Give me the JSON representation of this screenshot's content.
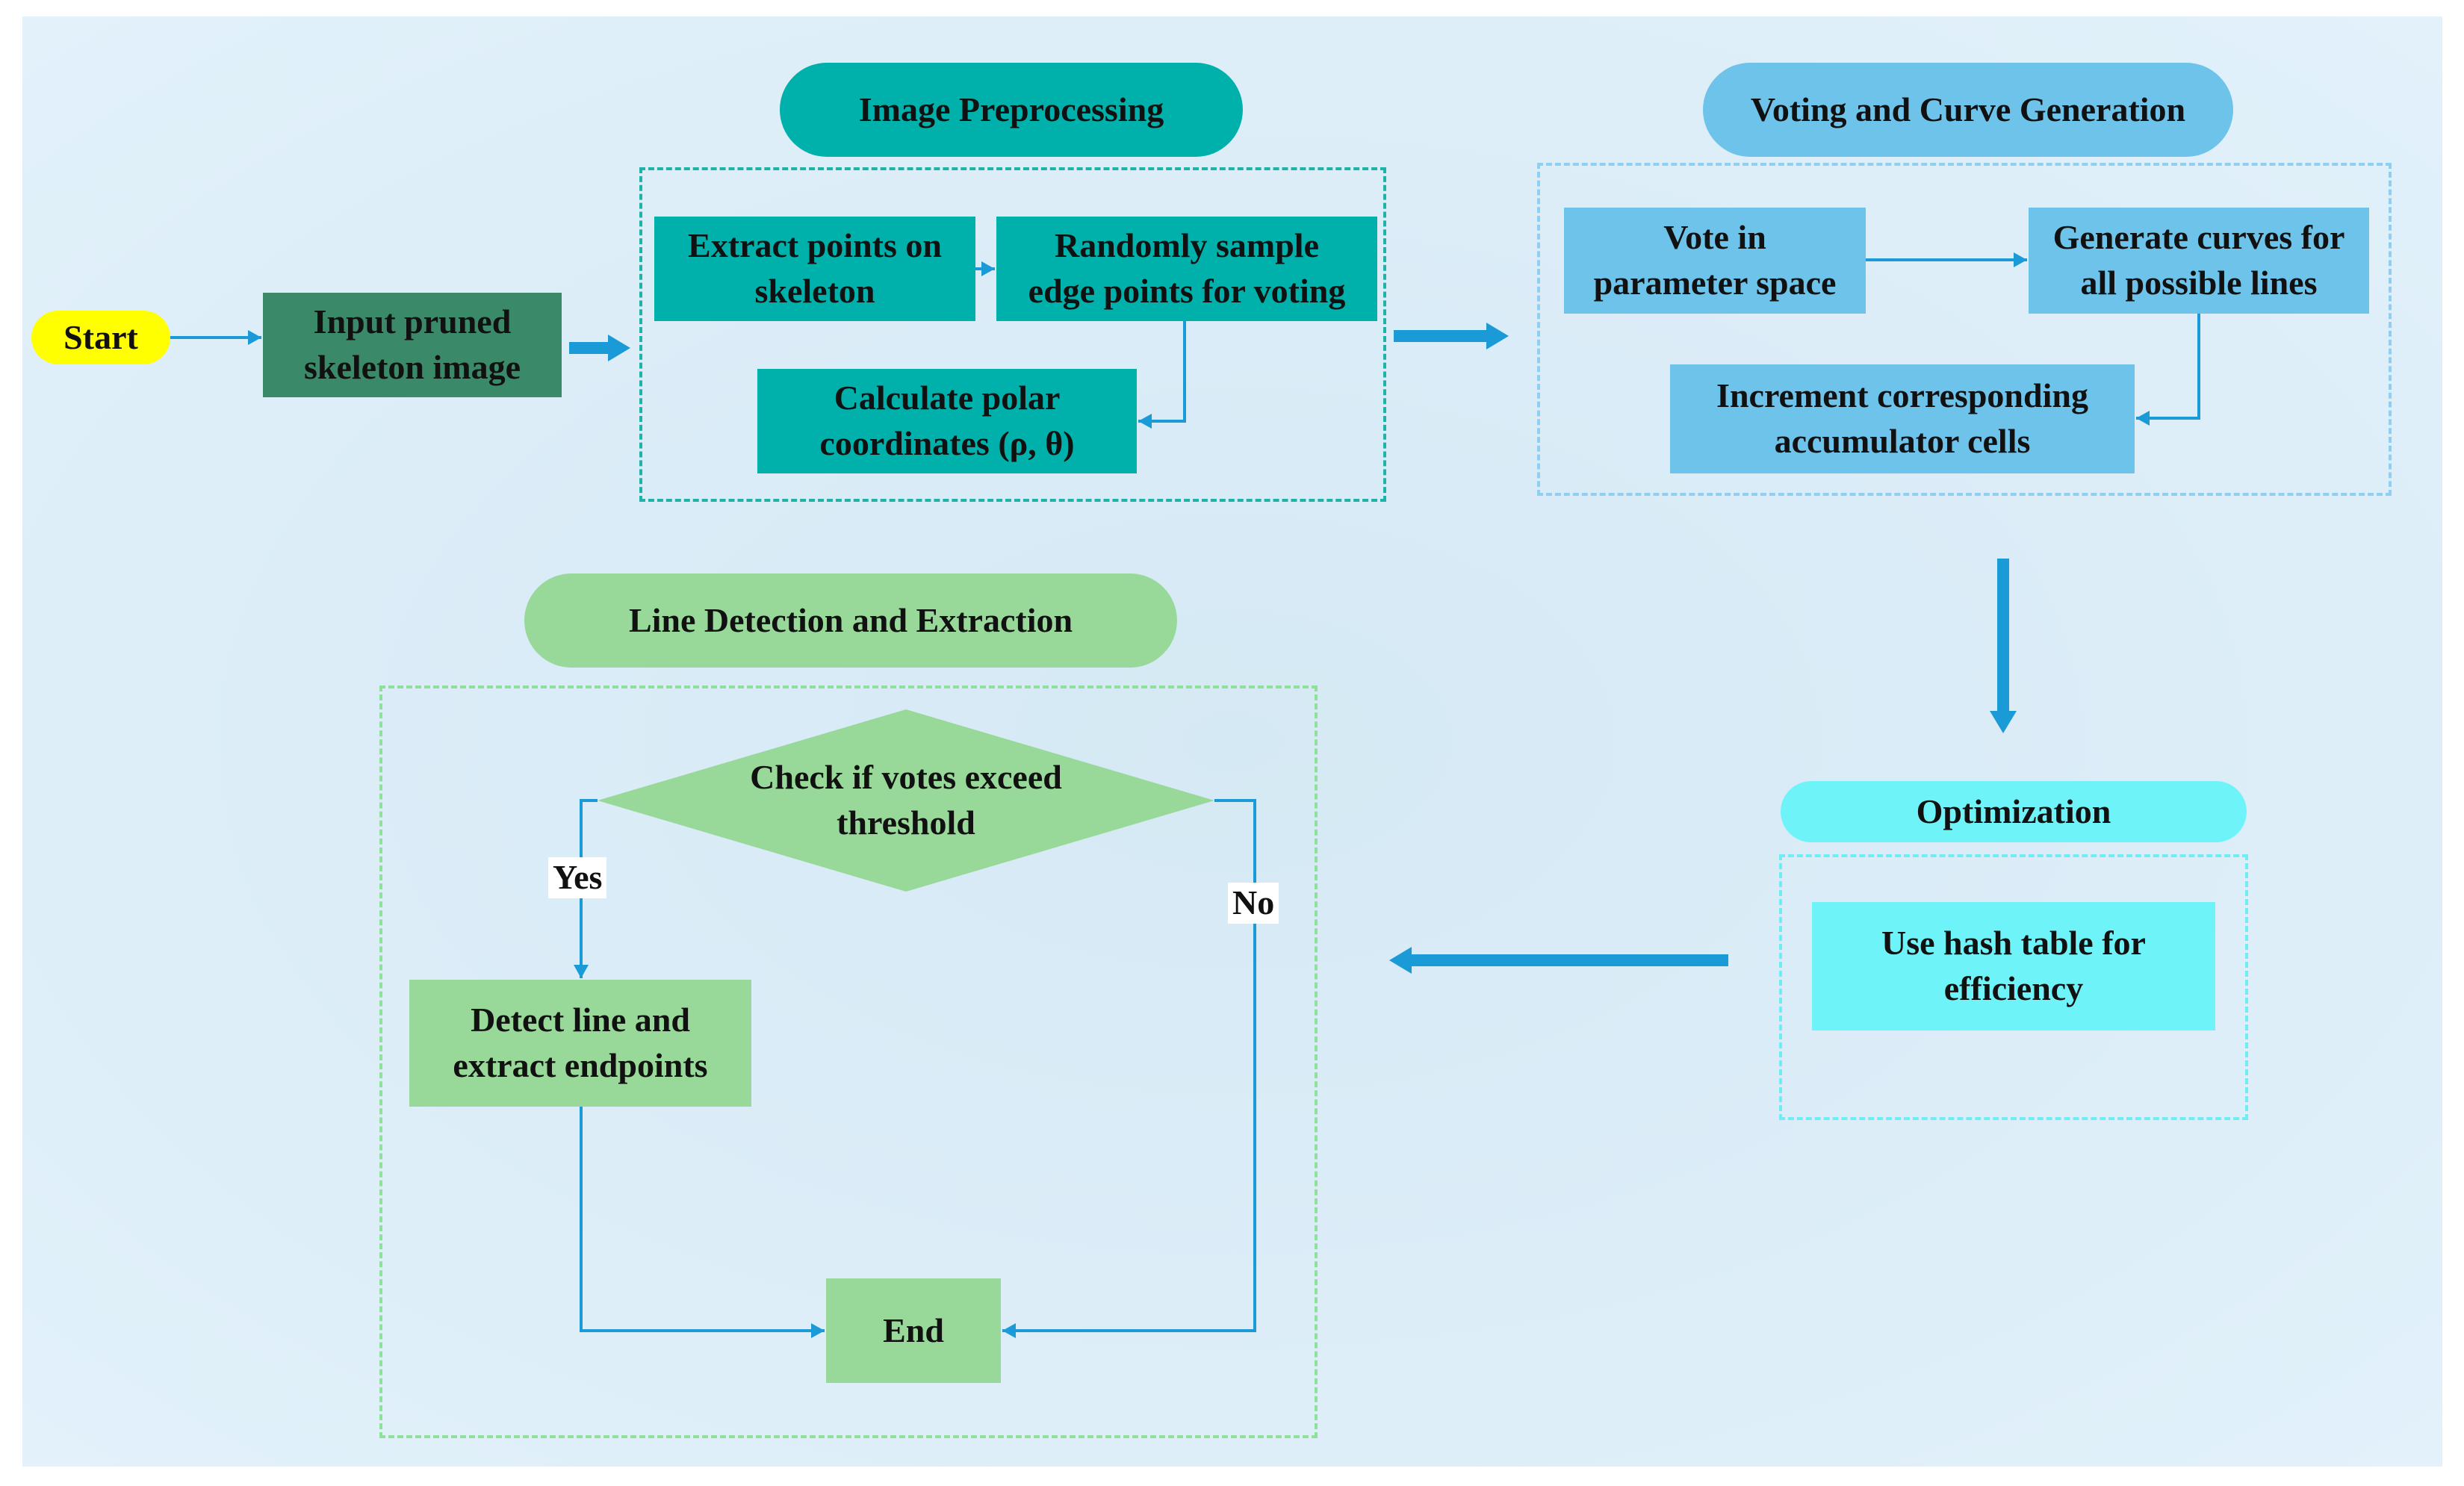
{
  "colors": {
    "start": "#ffff00",
    "input": "#3a8a6a",
    "preprocessing": "#00b0aa",
    "voting": "#6ec3ea",
    "optimization": "#6ef4f8",
    "detection": "#98d99a",
    "arrow": "#1a9ad6"
  },
  "nodes": {
    "start": "Start",
    "input": "Input pruned\nskeleton image",
    "preprocessing_title": "Image Preprocessing",
    "extract_points": "Extract points on\nskeleton",
    "random_sample": "Randomly sample\nedge points for voting",
    "polar": "Calculate polar\ncoordinates (ρ, θ)",
    "voting_title": "Voting and Curve Generation",
    "vote": "Vote in\nparameter space",
    "generate_curves": "Generate curves for\nall possible lines",
    "increment": "Increment corresponding\naccumulator cells",
    "optimization_title": "Optimization",
    "hash": "Use hash table for\nefficiency",
    "detection_title": "Line Detection and Extraction",
    "check": "Check if votes exceed\nthreshold",
    "detect": "Detect line and\nextract endpoints",
    "end": "End"
  },
  "edge_labels": {
    "yes": "Yes",
    "no": "No"
  }
}
